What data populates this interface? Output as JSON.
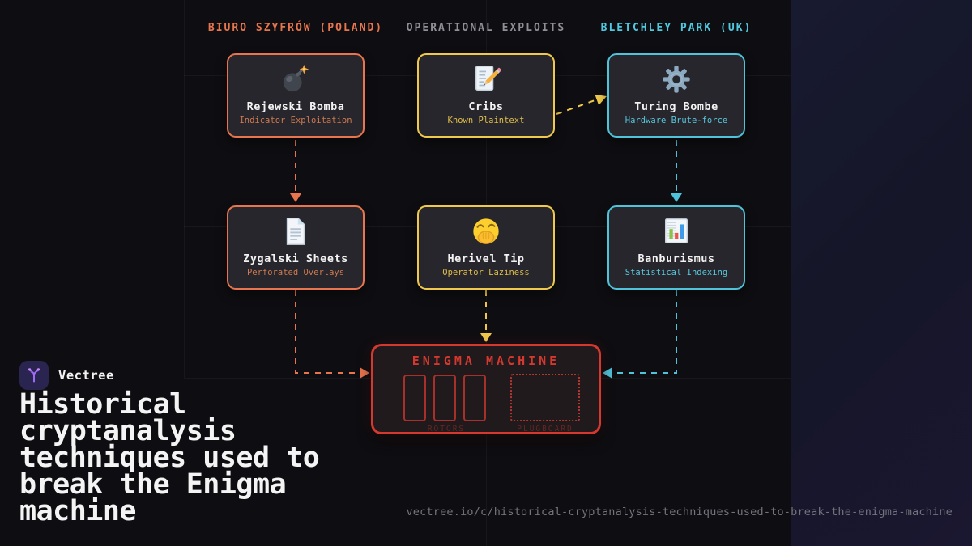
{
  "brand": {
    "name": "Vectree",
    "logo_icon": "vectree-logo-icon"
  },
  "page": {
    "title_lines": [
      "Historical",
      "cryptanalysis",
      "techniques used to",
      "break the Enigma",
      "machine"
    ],
    "url": "vectree.io/c/historical-cryptanalysis-techniques-used-to-break-the-enigma-machine"
  },
  "colors": {
    "background": "#0e0e12",
    "right_panel": "#171830",
    "card_fill": "#26262c",
    "orange_accent": "#e8754d",
    "yellow_accent": "#efc94c",
    "cyan_accent": "#4ec3da",
    "red_accent": "#d4382f",
    "gray_text": "#8f9096"
  },
  "diagram": {
    "columns": [
      {
        "label": "BIURO SZYFRÓW (POLAND)",
        "color": "#e8754d"
      },
      {
        "label": "OPERATIONAL EXPLOITS",
        "color": "#8f9096"
      },
      {
        "label": "BLETCHLEY PARK (UK)",
        "color": "#4ec9e0"
      }
    ],
    "nodes": [
      {
        "title": "Rejewski Bomba",
        "subtitle": "Indicator Exploitation",
        "icon": "bomb-icon",
        "color": "#e8754d"
      },
      {
        "title": "Cribs",
        "subtitle": "Known Plaintext",
        "icon": "memo-pencil-icon",
        "color": "#efc94c"
      },
      {
        "title": "Turing Bombe",
        "subtitle": "Hardware Brute-force",
        "icon": "gear-icon",
        "color": "#4ec3da"
      },
      {
        "title": "Zygalski Sheets",
        "subtitle": "Perforated Overlays",
        "icon": "document-icon",
        "color": "#e8754d"
      },
      {
        "title": "Herivel Tip",
        "subtitle": "Operator Laziness",
        "icon": "yawning-face-icon",
        "color": "#efc94c"
      },
      {
        "title": "Banburismus",
        "subtitle": "Statistical Indexing",
        "icon": "bar-chart-icon",
        "color": "#4ec3da"
      }
    ],
    "enigma": {
      "title": "ENIGMA MACHINE",
      "rotors_label": "ROTORS",
      "plugboard_label": "PLUGBOARD"
    }
  }
}
